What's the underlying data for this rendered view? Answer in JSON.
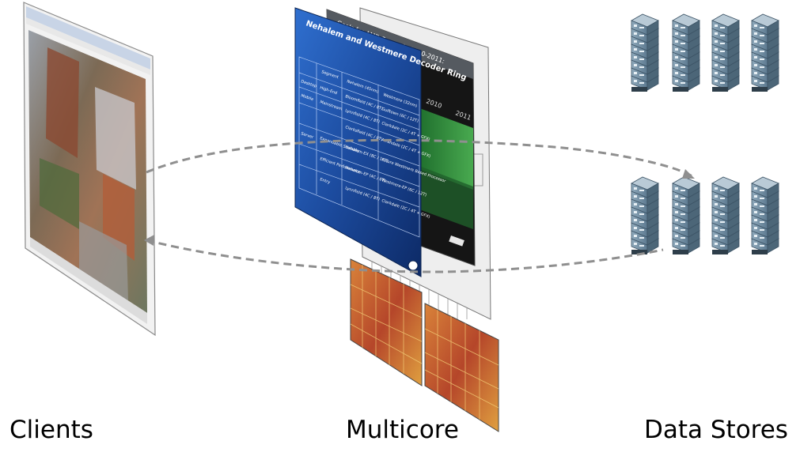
{
  "labels": {
    "clients": "Clients",
    "multicore": "Multicore",
    "data_stores": "Data Stores"
  },
  "slides": {
    "front_title": "Nehalem and Westmere Decoder Ring",
    "amd_title": "Goals for AMD Server in 2010-2011:",
    "amd_years": [
      "2010",
      "2011"
    ],
    "table_headers": [
      "Segment",
      "Nehalem (45nm)",
      "Westmere (32nm)"
    ],
    "table_rows": [
      [
        "Desktop",
        "High-End",
        "Bloomfield (4C / 8T)",
        "Gulftown (6C / 12T)"
      ],
      [
        "Mobile",
        "Mainstream",
        "Lynnfield (4C / 8T)",
        "Clarkdale (2C / 4T + GFX)"
      ],
      [
        "",
        "",
        "Clarksfield (4C / 8T)",
        "Arrandale (2C / 4T + GFX)"
      ],
      [
        "Server",
        "Expandable Scalable",
        "Nehalem-EX (8C / 16T)",
        "Future Westmere Based Processor"
      ],
      [
        "",
        "Efficient Performance",
        "Nehalem-EP (4C / 8T)",
        "Westmere-EP (6C / 12T)"
      ],
      [
        "",
        "Entry",
        "Lynnfield (4C / 8T)",
        "Clarkdale (2C / 4T + GFX)"
      ]
    ]
  },
  "colors": {
    "connector": "#8f8f8f",
    "server_body": "#7a95a8",
    "slide_blue": "#1d4a9a",
    "slide_dark": "#111111",
    "slide_green": "#2f8f3f",
    "die_orange": "#c4552a"
  },
  "icons": {
    "client": "browser-window-icon",
    "server": "server-rack-icon",
    "chip": "cpu-die-icon"
  }
}
